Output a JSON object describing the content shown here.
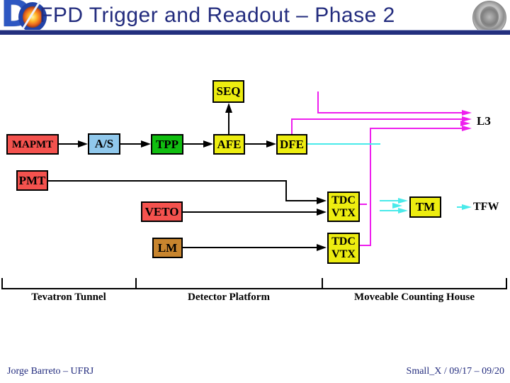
{
  "header": {
    "title": "FPD Trigger and Readout – Phase 2",
    "accent_color": "#232C7E",
    "logo_left_letter": "D"
  },
  "diagram": {
    "boxes": {
      "seq": {
        "label": "SEQ",
        "color": "#EDED10"
      },
      "mapmt": {
        "label": "MAPMT",
        "color": "#F4524E"
      },
      "as": {
        "label": "A/S",
        "color": "#90C8EC"
      },
      "tpp": {
        "label": "TPP",
        "color": "#10BE10"
      },
      "afe": {
        "label": "AFE",
        "color": "#EDED10"
      },
      "dfe": {
        "label": "DFE",
        "color": "#EDED10"
      },
      "pmt": {
        "label": "PMT",
        "color": "#F4524E"
      },
      "veto": {
        "label": "VETO",
        "color": "#F4524E"
      },
      "lm": {
        "label": "LM",
        "color": "#C8852E"
      },
      "tdc1": {
        "line1": "TDC",
        "line2": "VTX",
        "color": "#EDED10"
      },
      "tdc2": {
        "line1": "TDC",
        "line2": "VTX",
        "color": "#EDED10"
      },
      "tm": {
        "label": "TM",
        "color": "#EDED10"
      }
    },
    "endpoints": {
      "l3": "L3",
      "tfw": "TFW"
    },
    "line_colors": {
      "readout": "#000000",
      "trigger": "#EE1FEE",
      "timing": "#4AEAEA"
    },
    "sections": [
      {
        "label": "Tevatron Tunnel"
      },
      {
        "label": "Detector Platform"
      },
      {
        "label": "Moveable Counting House"
      }
    ]
  },
  "footer": {
    "left": "Jorge Barreto – UFRJ",
    "right": "Small_X / 09/17 – 09/20"
  }
}
